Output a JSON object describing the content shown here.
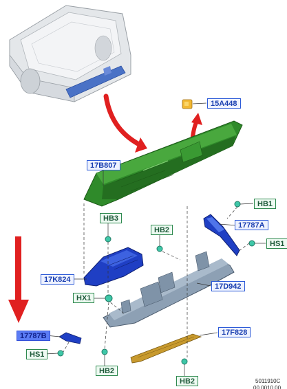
{
  "colors": {
    "label_blue": "#2d5bd8",
    "label_green": "#2e8a4f",
    "highlight_blue": "#5b7cf5",
    "bumper_green": "#2f8a2a",
    "bracket_blue": "#1f3fc4",
    "frame_gray": "#7f93a8",
    "step_gold": "#c89a2e",
    "red_arrow": "#e02020",
    "fastener_teal": "#3fc7a8"
  },
  "labels": {
    "l15A448": "15A448",
    "l17B807": "17B807",
    "lHB1": "HB1",
    "lHB3": "HB3",
    "lHB2a": "HB2",
    "l17787A": "17787A",
    "lHS1a": "HS1",
    "l17K824": "17K824",
    "l17D942": "17D942",
    "lHX1": "HX1",
    "l17787B": "17787B",
    "l17F828": "17F828",
    "lHS1b": "HS1",
    "lHB2b": "HB2",
    "lHB2c": "HB2"
  },
  "footer": {
    "code": "5011910C",
    "date_fragment": "00.0010.00"
  }
}
